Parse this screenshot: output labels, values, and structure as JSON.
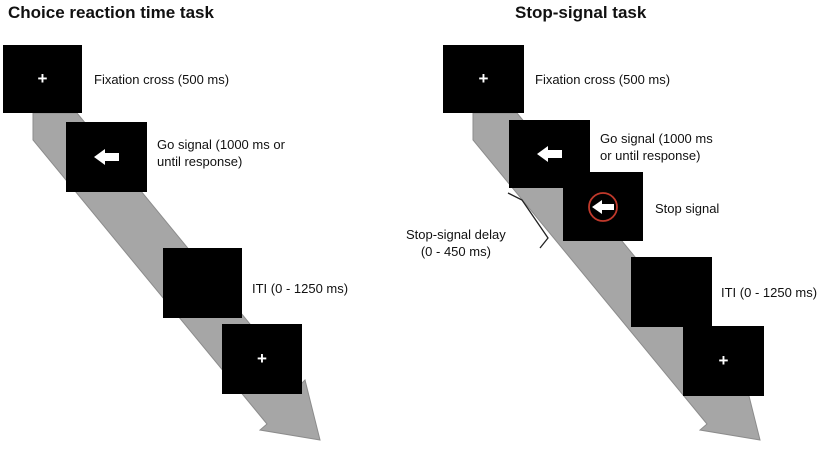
{
  "left_panel": {
    "title": "Choice reaction time task",
    "fixation_label": "Fixation cross (500 ms)",
    "go_label_lines": [
      "Go signal (1000 ms or",
      "until response)"
    ],
    "iti_label": "ITI (0 - 1250 ms)",
    "fixation_glyph": "+"
  },
  "right_panel": {
    "title": "Stop-signal task",
    "fixation_label": "Fixation cross (500 ms)",
    "go_label_lines": [
      "Go signal (1000 ms",
      "or until response)"
    ],
    "stop_label": "Stop signal",
    "ssd_label_lines": [
      "Stop-signal delay",
      "(0 - 450 ms)"
    ],
    "iti_label": "ITI (0 - 1250 ms)",
    "fixation_glyph": "+"
  },
  "colors": {
    "arrow_fill": "#a6a6a6",
    "screen": "#000000",
    "stop_circle": "#c0392b"
  }
}
